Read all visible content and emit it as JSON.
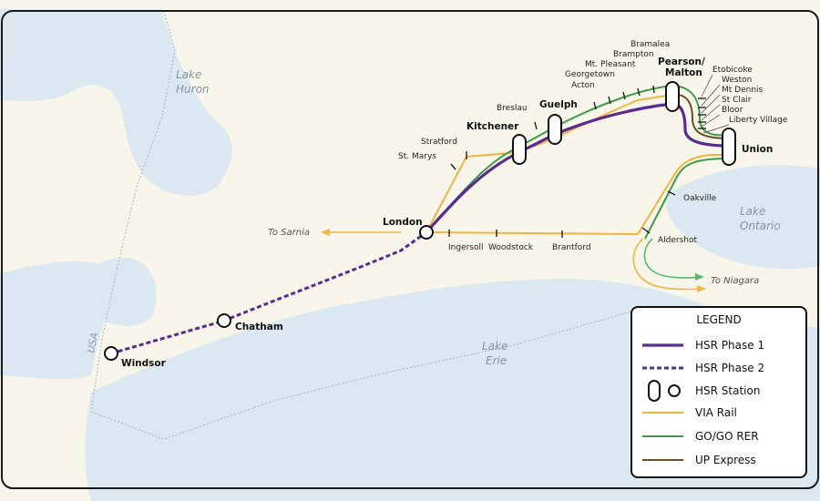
{
  "colors": {
    "land": "#f8f6ea",
    "water": "#dce8f1",
    "hsr": "#5b2a91",
    "via": "#f0b442",
    "go": "#3f9a4a",
    "up": "#6b5122",
    "border": "#1a1a1a"
  },
  "water_labels": {
    "lake_huron_1": "Lake",
    "lake_huron_2": "Huron",
    "lake_erie_1": "Lake",
    "lake_erie_2": "Erie",
    "lake_ontario_1": "Lake",
    "lake_ontario_2": "Ontario"
  },
  "country_label": "USA",
  "destinations": {
    "sarnia": "To Sarnia",
    "niagara": "To Niagara"
  },
  "hsr_stations": {
    "windsor": "Windsor",
    "chatham": "Chatham",
    "london": "London",
    "kitchener": "Kitchener",
    "guelph": "Guelph",
    "pearson_1": "Pearson/",
    "pearson_2": "Malton",
    "union": "Union"
  },
  "other_stations": {
    "stratford": "Stratford",
    "st_marys": "St. Marys",
    "breslau": "Breslau",
    "acton": "Acton",
    "georgetown": "Georgetown",
    "mt_pleasant": "Mt. Pleasant",
    "brampton": "Brampton",
    "bramalea": "Bramalea",
    "etobicoke": "Etobicoke",
    "weston": "Weston",
    "mt_dennis": "Mt Dennis",
    "st_clair": "St Clair",
    "bloor": "Bloor",
    "liberty_village": "Liberty Village",
    "ingersoll": "Ingersoll",
    "woodstock": "Woodstock",
    "brantford": "Brantford",
    "oakville": "Oakville",
    "aldershot": "Aldershot"
  },
  "legend": {
    "title": "LEGEND",
    "items": [
      {
        "label": "HSR Phase 1",
        "kind": "hsr-solid"
      },
      {
        "label": "HSR Phase 2",
        "kind": "hsr-dashed"
      },
      {
        "label": "HSR Station",
        "kind": "station-icon"
      },
      {
        "label": "VIA Rail",
        "kind": "via-line"
      },
      {
        "label": "GO/GO RER",
        "kind": "go-line"
      },
      {
        "label": "UP Express",
        "kind": "up-line"
      }
    ]
  }
}
